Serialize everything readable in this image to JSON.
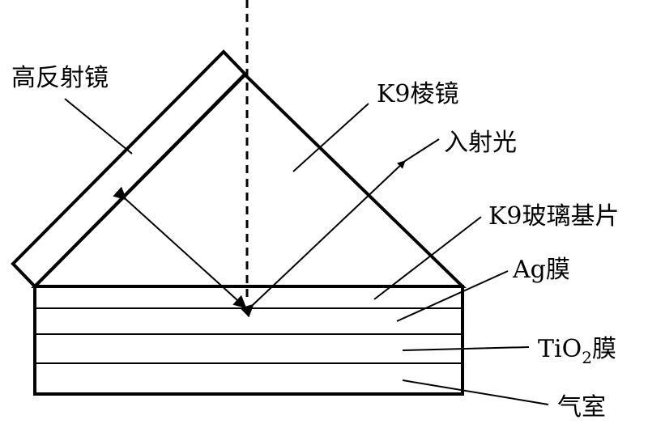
{
  "labels": {
    "high_reflector": "高反射镜",
    "k9_prism": "K9棱镜",
    "incident_light": "入射光",
    "k9_glass_substrate": "K9玻璃基片",
    "ag_film": "Ag膜",
    "tio2_film_prefix": "TiO",
    "tio2_film_subscript": "2",
    "tio2_film_suffix": "膜",
    "air_chamber": "气室"
  },
  "colors": {
    "stroke": "#000000",
    "background": "#ffffff"
  }
}
